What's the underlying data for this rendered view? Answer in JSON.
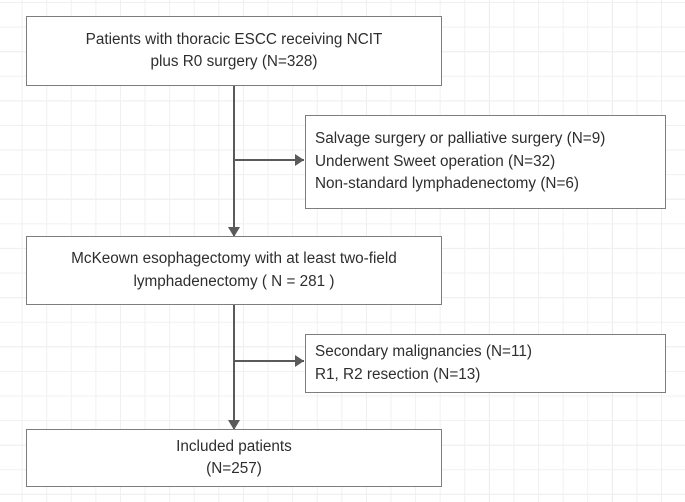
{
  "diagram": {
    "type": "patient-selection-flowchart",
    "background": "#ffffff",
    "grid_color": "#f0f0f0",
    "box_border_color": "#7d7d7d",
    "text_color": "#2e2e2e",
    "connector_color": "#5a5a5a",
    "nodes": {
      "cohort": {
        "lines": [
          "Patients with thoracic ESCC receiving NCIT",
          "plus R0 surgery (N=328)"
        ],
        "count": 328
      },
      "exclusion_1": {
        "lines": [
          "Salvage surgery or palliative surgery (N=9)",
          "Underwent Sweet operation (N=32)",
          "Non-standard lymphadenectomy (N=6)"
        ],
        "counts": [
          9,
          32,
          6
        ]
      },
      "mckeown": {
        "lines": [
          "McKeown esophagectomy with at least two-field",
          "lymphadenectomy ( N = 281 )"
        ],
        "count": 281
      },
      "exclusion_2": {
        "lines": [
          "Secondary malignancies (N=11)",
          "R1, R2 resection (N=13)"
        ],
        "counts": [
          11,
          13
        ]
      },
      "included": {
        "lines": [
          "Included patients",
          "(N=257)"
        ],
        "count": 257
      }
    }
  }
}
